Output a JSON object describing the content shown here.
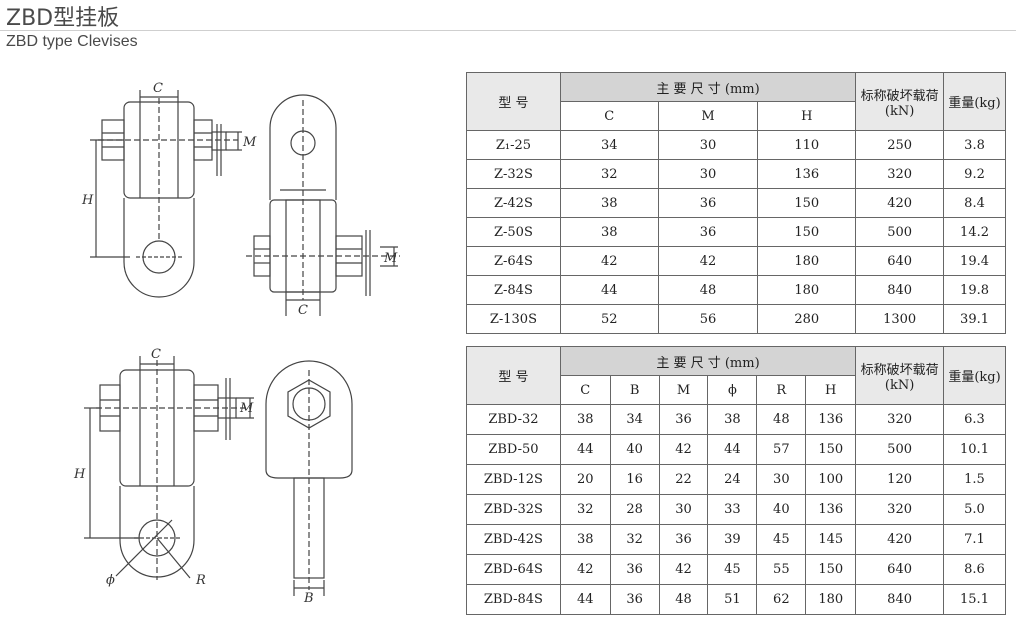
{
  "header": {
    "title_zh": "ZBD型挂板",
    "title_en": "ZBD type Clevises"
  },
  "drawing_labels": {
    "c1": "C",
    "h1": "H",
    "m1": "M",
    "c2": "C",
    "m2": "M",
    "c3": "C",
    "h3": "H",
    "m3": "M",
    "phi": "ϕ",
    "r": "R",
    "b": "B"
  },
  "table1": {
    "head_model": "型  号",
    "head_dims": "主 要 尺 寸  (mm)",
    "head_load": "标称破坏载荷",
    "head_load_unit": "(kN)",
    "head_weight": "重量(kg)",
    "dim_cols": [
      "C",
      "M",
      "H"
    ],
    "rows": [
      {
        "model": "Z₁-25",
        "dims": [
          "34",
          "30",
          "110"
        ],
        "load": "250",
        "weight": "3.8"
      },
      {
        "model": "Z-32S",
        "dims": [
          "32",
          "30",
          "136"
        ],
        "load": "320",
        "weight": "9.2"
      },
      {
        "model": "Z-42S",
        "dims": [
          "38",
          "36",
          "150"
        ],
        "load": "420",
        "weight": "8.4"
      },
      {
        "model": "Z-50S",
        "dims": [
          "38",
          "36",
          "150"
        ],
        "load": "500",
        "weight": "14.2"
      },
      {
        "model": "Z-64S",
        "dims": [
          "42",
          "42",
          "180"
        ],
        "load": "640",
        "weight": "19.4"
      },
      {
        "model": "Z-84S",
        "dims": [
          "44",
          "48",
          "180"
        ],
        "load": "840",
        "weight": "19.8"
      },
      {
        "model": "Z-130S",
        "dims": [
          "52",
          "56",
          "280"
        ],
        "load": "1300",
        "weight": "39.1"
      }
    ]
  },
  "table2": {
    "head_model": "型  号",
    "head_dims": "主 要 尺 寸  (mm)",
    "head_load": "标称破坏载荷",
    "head_load_unit": "(kN)",
    "head_weight": "重量(kg)",
    "dim_cols": [
      "C",
      "B",
      "M",
      "ϕ",
      "R",
      "H"
    ],
    "rows": [
      {
        "model": "ZBD-32",
        "dims": [
          "38",
          "34",
          "36",
          "38",
          "48",
          "136"
        ],
        "load": "320",
        "weight": "6.3"
      },
      {
        "model": "ZBD-50",
        "dims": [
          "44",
          "40",
          "42",
          "44",
          "57",
          "150"
        ],
        "load": "500",
        "weight": "10.1"
      },
      {
        "model": "ZBD-12S",
        "dims": [
          "20",
          "16",
          "22",
          "24",
          "30",
          "100"
        ],
        "load": "120",
        "weight": "1.5"
      },
      {
        "model": "ZBD-32S",
        "dims": [
          "32",
          "28",
          "30",
          "33",
          "40",
          "136"
        ],
        "load": "320",
        "weight": "5.0"
      },
      {
        "model": "ZBD-42S",
        "dims": [
          "38",
          "32",
          "36",
          "39",
          "45",
          "145"
        ],
        "load": "420",
        "weight": "7.1"
      },
      {
        "model": "ZBD-64S",
        "dims": [
          "42",
          "36",
          "42",
          "45",
          "55",
          "150"
        ],
        "load": "640",
        "weight": "8.6"
      },
      {
        "model": "ZBD-84S",
        "dims": [
          "44",
          "36",
          "48",
          "51",
          "62",
          "180"
        ],
        "load": "840",
        "weight": "15.1"
      }
    ]
  }
}
